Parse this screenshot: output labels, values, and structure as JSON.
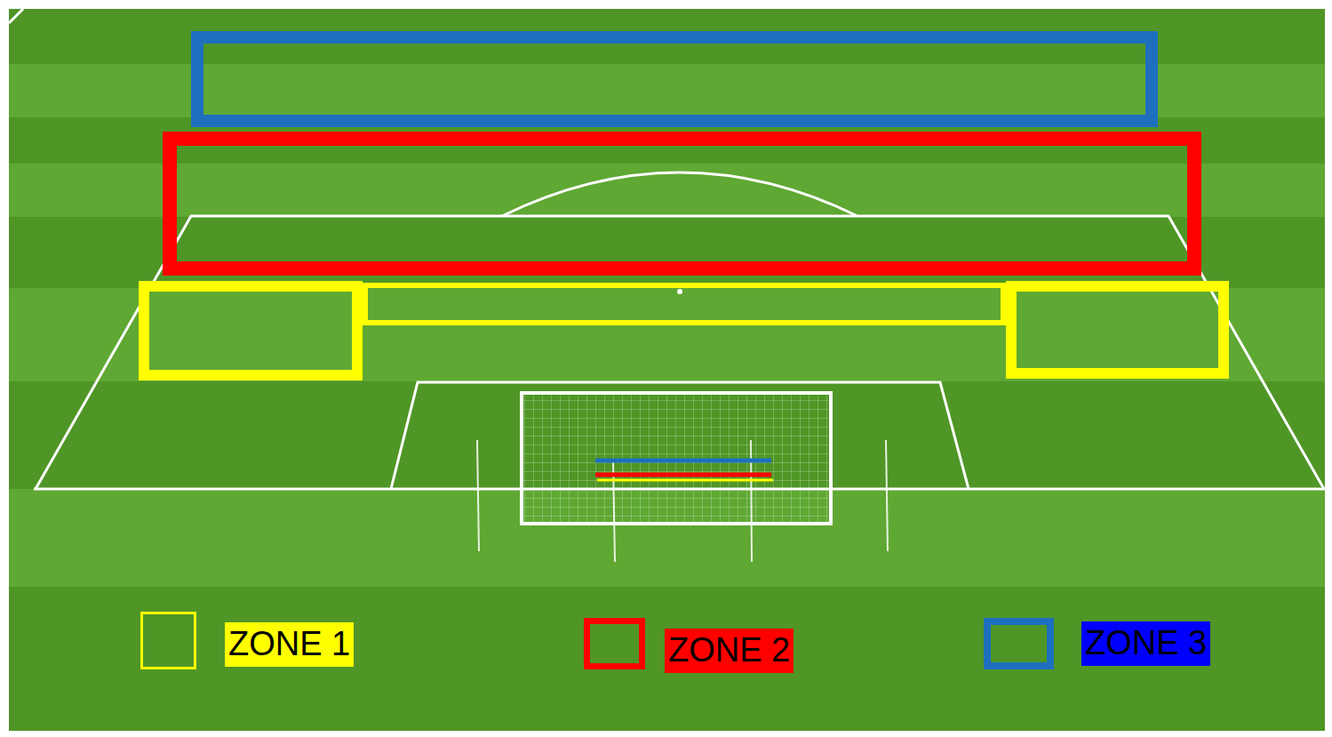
{
  "diagram": {
    "legend": [
      {
        "text": "ZONE 1"
      },
      {
        "text": "ZONE 2"
      },
      {
        "text": "ZONE 3"
      }
    ]
  }
}
